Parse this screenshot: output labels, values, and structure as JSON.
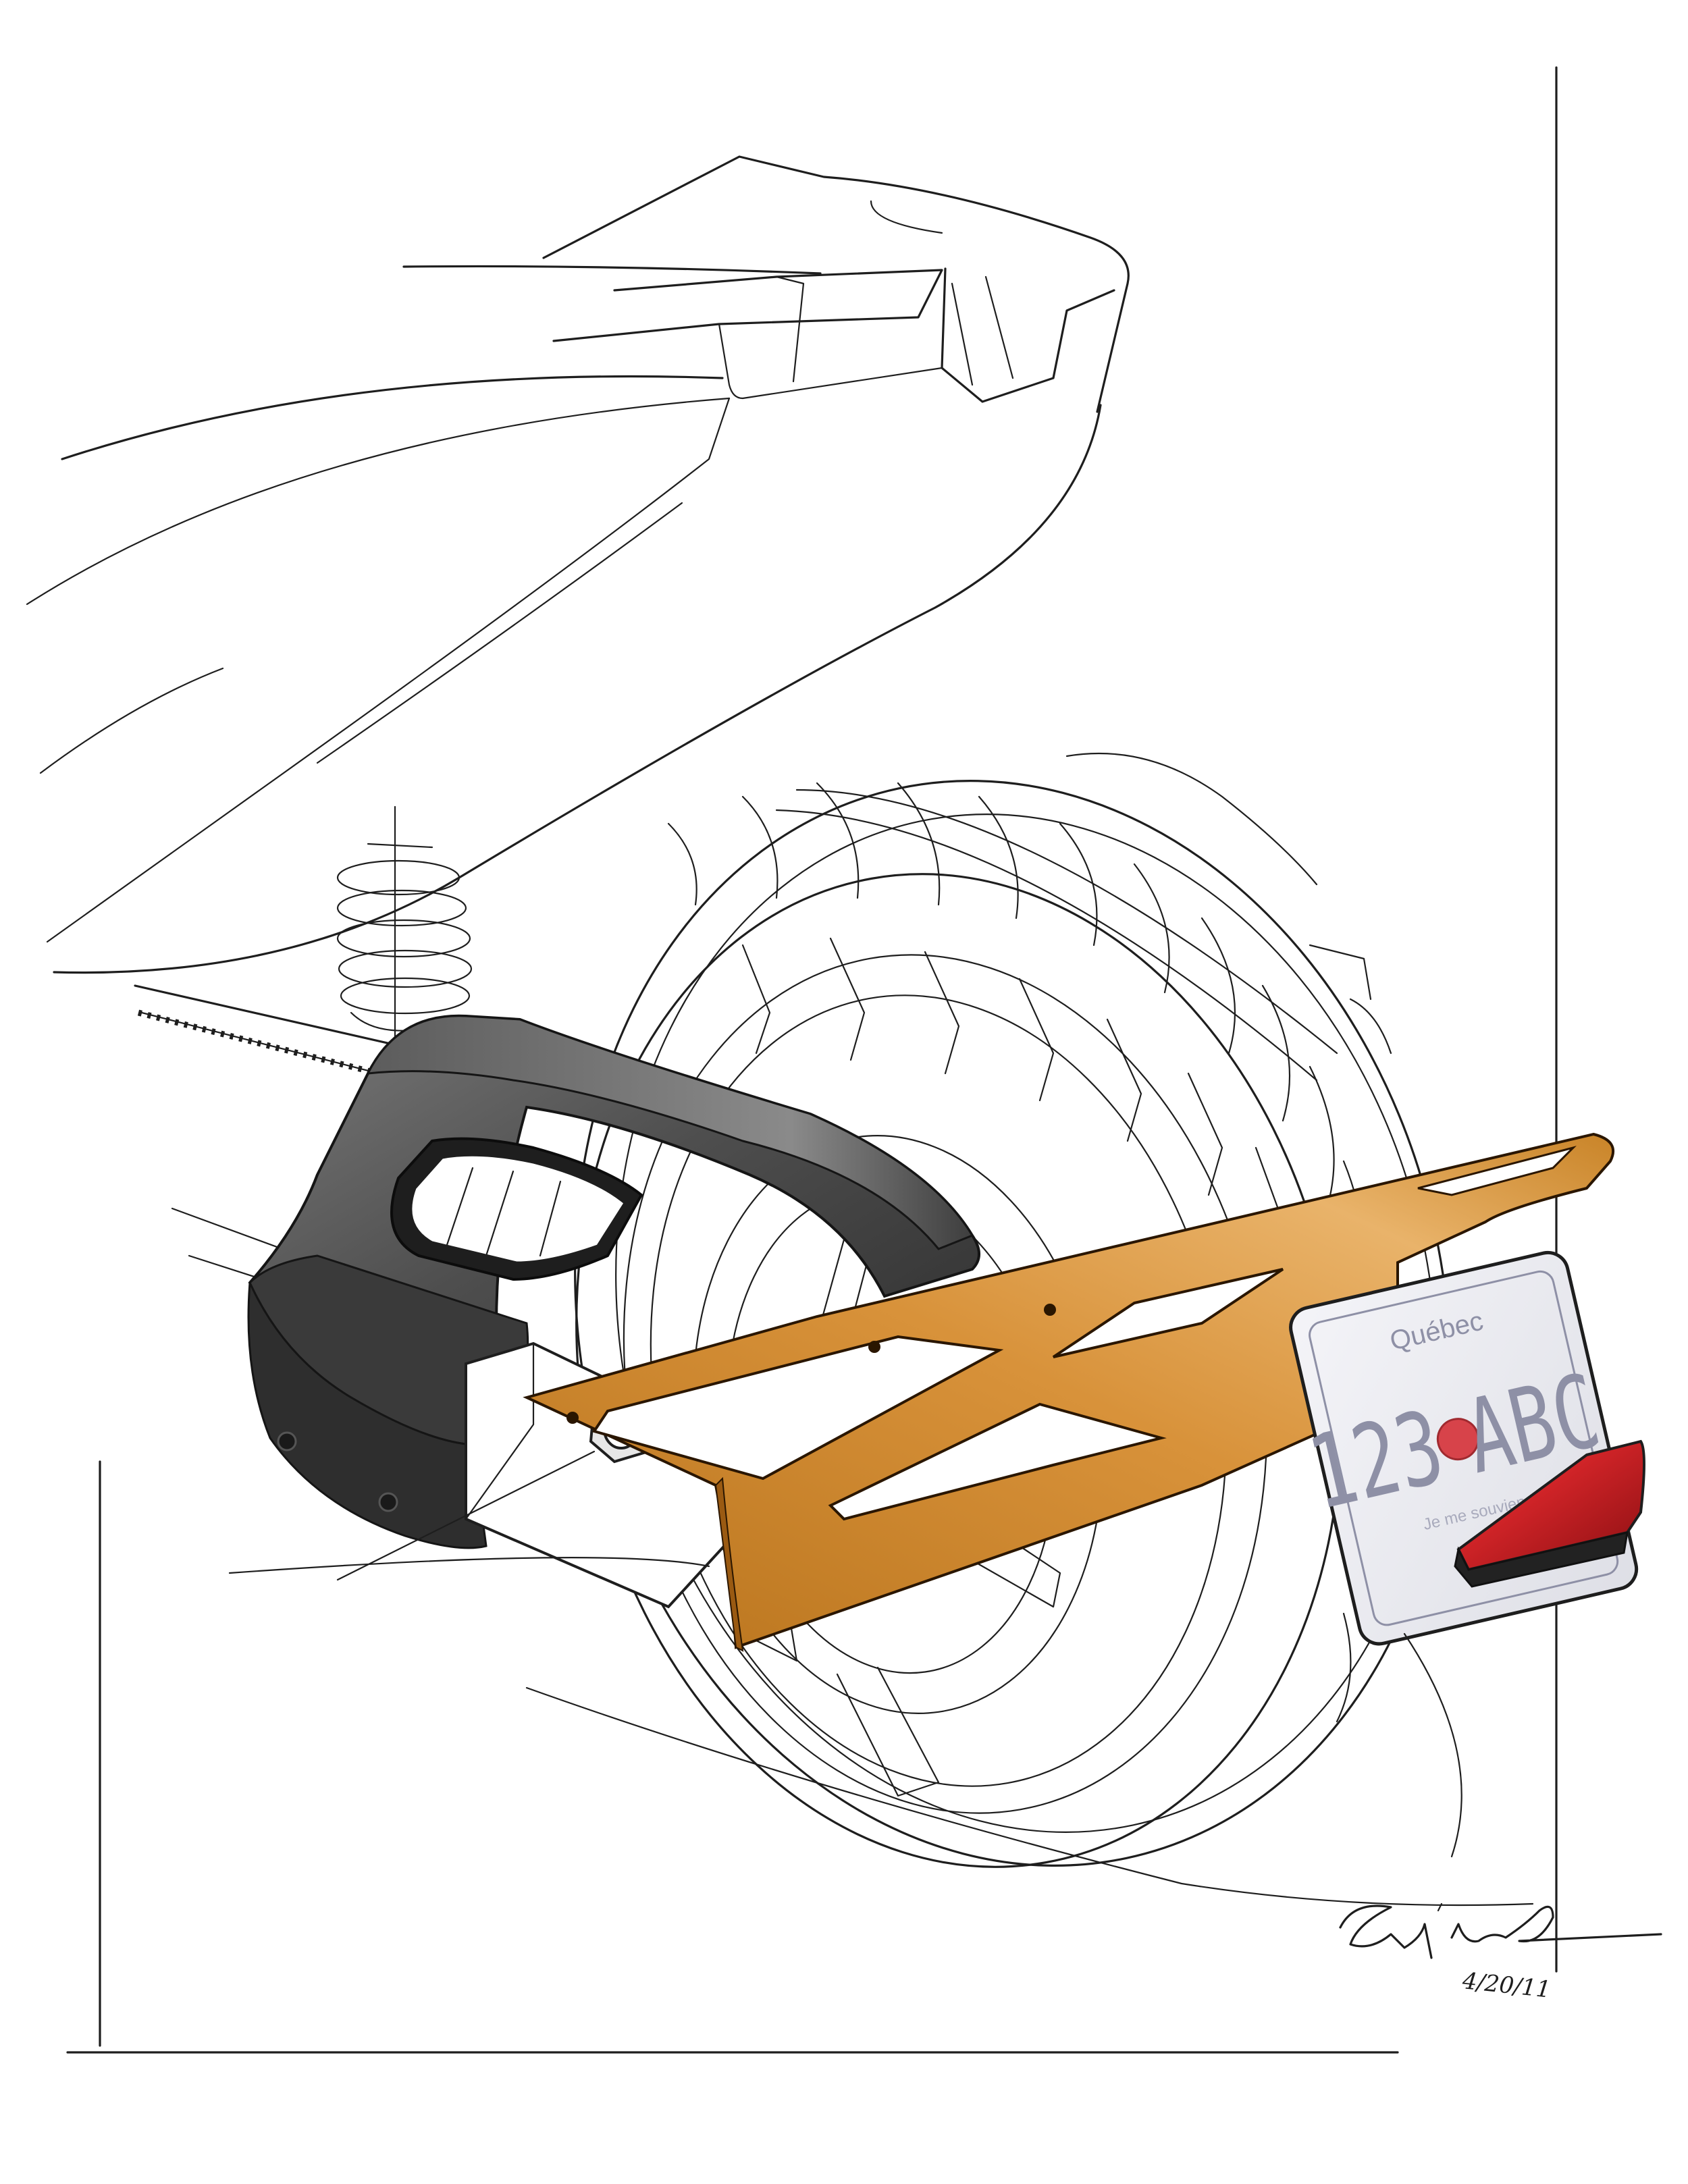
{
  "plate": {
    "province": "Québec",
    "number": "123 ABC",
    "number_left": "123",
    "number_right": "ABC",
    "motto": "Je me souviens"
  },
  "signature": {
    "date": "4/20/11"
  },
  "colors": {
    "bracket_orange": "#d08a2c",
    "hugger_gray": "#4a4a4a",
    "plate_text": "#8e90a6",
    "plate_flower": "#d7434a",
    "tail_light_red": "#d11c1c",
    "line_ink": "#1e1e1e"
  }
}
